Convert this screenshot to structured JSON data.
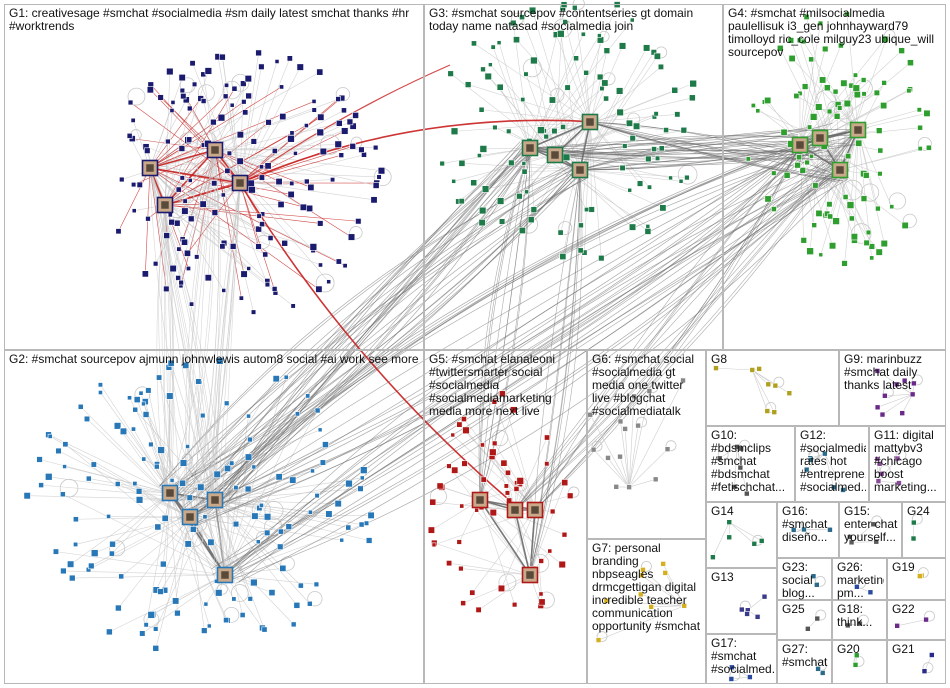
{
  "groups": [
    {
      "id": "g1",
      "label": "G1: creativesage #smchat #socialmedia #sm daily latest smchat thanks #hr #worktrends",
      "color": "#1a1a6e"
    },
    {
      "id": "g2",
      "label": "G2: #smchat sourcepov ajmunn johnwlewis autom8 social #ai work see more",
      "color": "#2878b8"
    },
    {
      "id": "g3",
      "label": "G3: #smchat sourcepov #contentseries gt domain today name natasad #socialmedia join",
      "color": "#1f7a4a"
    },
    {
      "id": "g4",
      "label": "G4: #smchat #milsocialmedia paulellisuk i3_gen johnhayward79 timolloyd ric_cole milguy23 ubique_will sourcepov",
      "color": "#2e9e2e"
    },
    {
      "id": "g5",
      "label": "G5: #smchat elanaleoni #twittersmarter social #socialmedia #socialmediamarketing media more next live",
      "color": "#b01818"
    },
    {
      "id": "g6",
      "label": "G6: #smchat social #socialmedia gt media one twitter live #blogchat #socialmediatalk",
      "color": "#888888"
    },
    {
      "id": "g7",
      "label": "G7: personal branding nbpseagles drmcgettigan digital incredible teacher communication opportunity #smchat",
      "color": "#d4b020"
    },
    {
      "id": "g8",
      "label": "G8",
      "color": "#b0a020"
    },
    {
      "id": "g9",
      "label": "G9: marinbuzz #smchat daily thanks latest",
      "color": "#6a2a8a"
    },
    {
      "id": "g10",
      "label": "G10: #bdsmclips #smchat #bdsmchat #fetischchat...",
      "color": "#555555"
    },
    {
      "id": "g11",
      "label": "G11: digital mattybv3 #chicago boost marketing...",
      "color": "#8a4a9a"
    },
    {
      "id": "g12",
      "label": "G12: #socialmedia rates hot #entreprene... #socialmed...",
      "color": "#2a6a8a"
    },
    {
      "id": "g13",
      "label": "G13",
      "color": "#3a3a8a"
    },
    {
      "id": "g14",
      "label": "G14",
      "color": "#1f7a4a"
    },
    {
      "id": "g15",
      "label": "G15: enter chat yourself...",
      "color": "#5a5a5a"
    },
    {
      "id": "g16",
      "label": "G16: #smchat diseño...",
      "color": "#2a6a8a"
    },
    {
      "id": "g17",
      "label": "G17: #smchat #socialmed...",
      "color": "#2a4aa0"
    },
    {
      "id": "g18",
      "label": "G18: think...",
      "color": "#555555"
    },
    {
      "id": "g19",
      "label": "G19",
      "color": "#d4b020"
    },
    {
      "id": "g20",
      "label": "G20",
      "color": "#2e9e2e"
    },
    {
      "id": "g21",
      "label": "G21",
      "color": "#2a2a8a"
    },
    {
      "id": "g22",
      "label": "G22",
      "color": "#6a2a8a"
    },
    {
      "id": "g23",
      "label": "G23: social blog...",
      "color": "#2a6a8a"
    },
    {
      "id": "g24",
      "label": "G24",
      "color": "#1f7a4a"
    },
    {
      "id": "g25",
      "label": "G25",
      "color": "#555555"
    },
    {
      "id": "g26",
      "label": "G26: marketing pm...",
      "color": "#2a4aa0"
    },
    {
      "id": "g27",
      "label": "G27: #smchat",
      "color": "#2a6a8a"
    }
  ],
  "colors": {
    "border": "#b8b8b8",
    "edge": "#6a6a6a",
    "edge_light": "#c8c8c8",
    "edge_red": "#c81e1e"
  }
}
